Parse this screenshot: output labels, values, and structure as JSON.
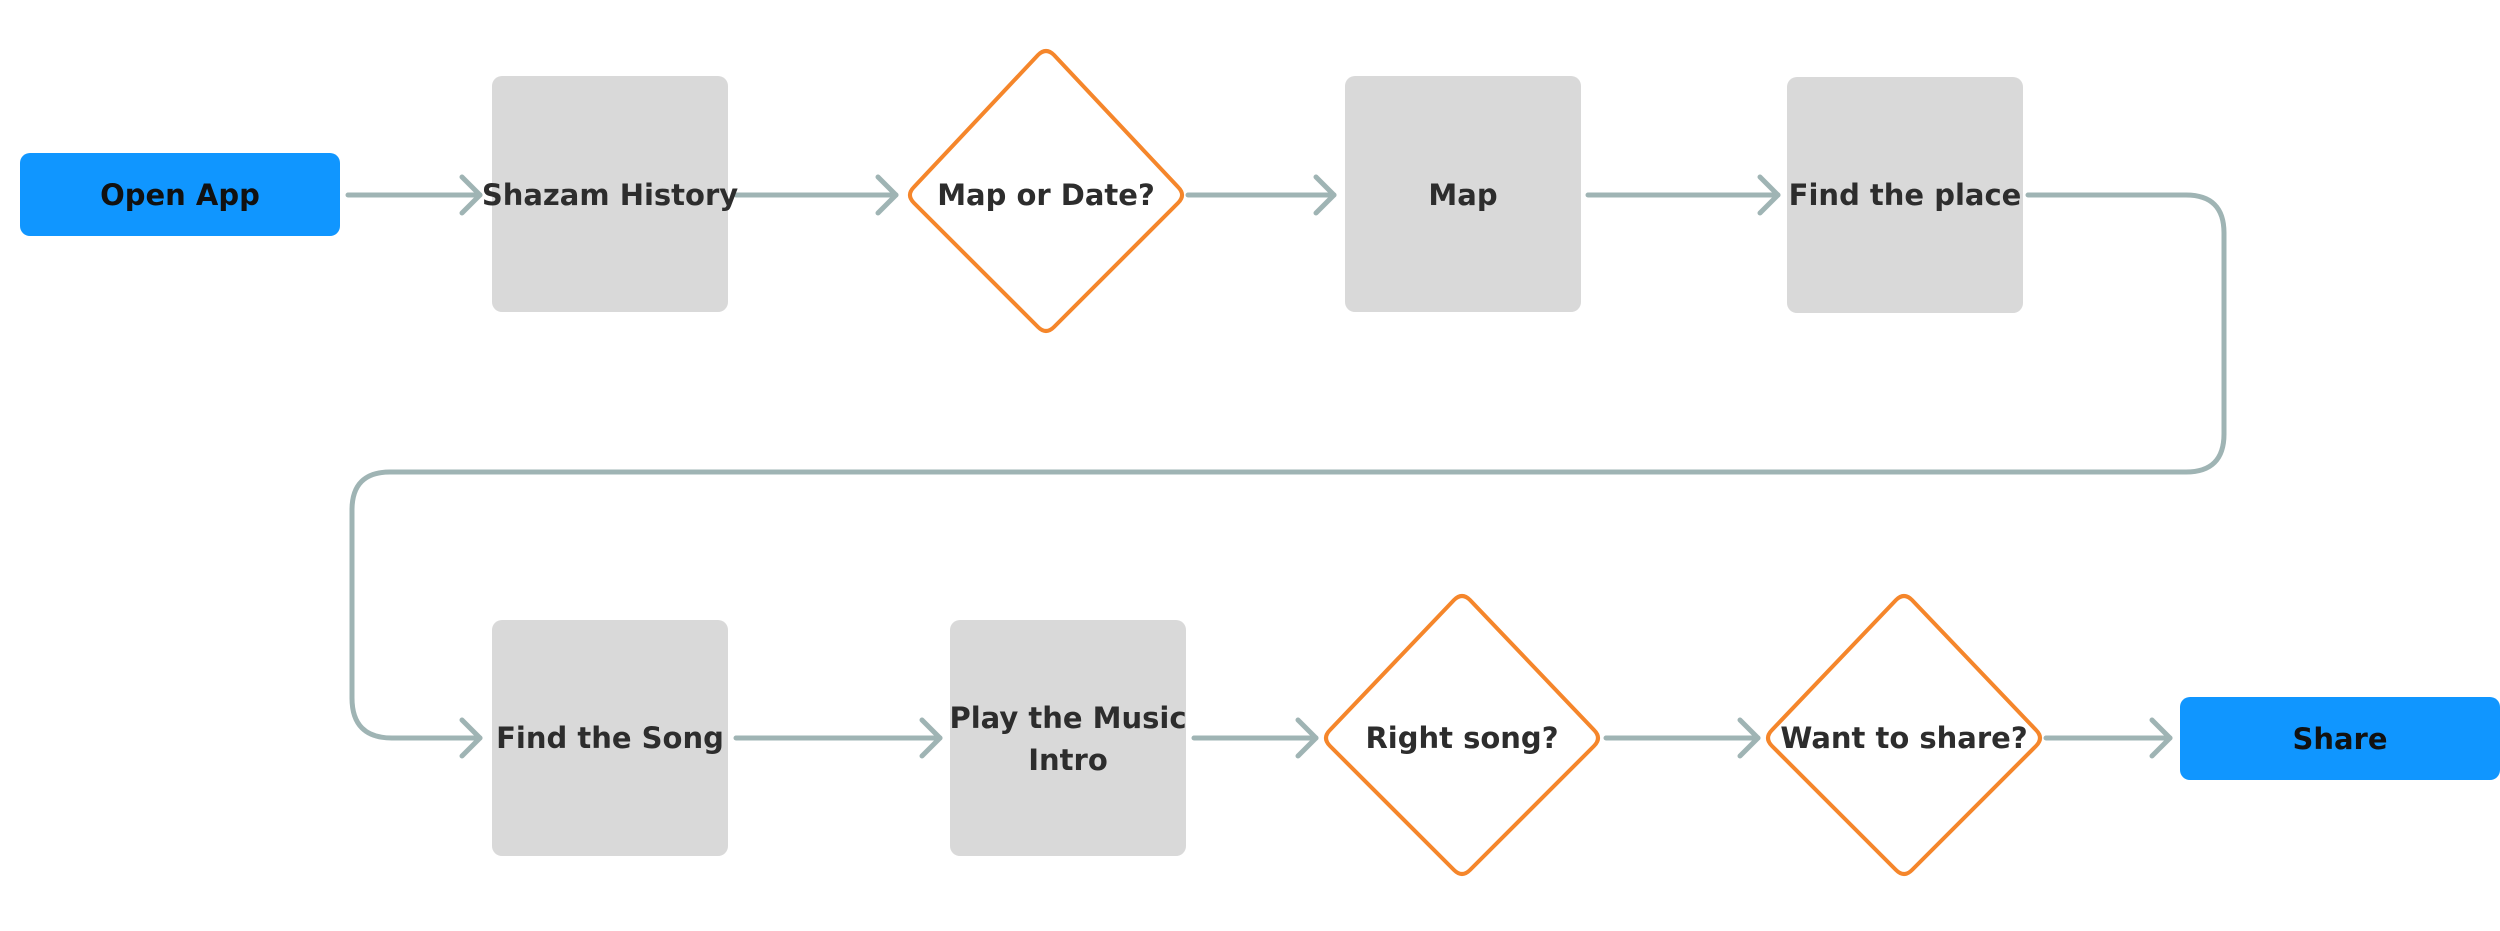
{
  "colors": {
    "terminal_fill": "#1096FF",
    "process_fill": "#D9D9D9",
    "decision_stroke": "#F5862B",
    "connector": "#9FB4B4",
    "text_dark": "#2D2D2D"
  },
  "nodes": {
    "open_app": {
      "label": "Open App",
      "shape": "terminal"
    },
    "shazam_history": {
      "label": "Shazam History",
      "shape": "process"
    },
    "map_or_date": {
      "label": "Map or Date?",
      "shape": "decision"
    },
    "map": {
      "label": "Map",
      "shape": "process"
    },
    "find_place": {
      "label": "Find the place",
      "shape": "process"
    },
    "find_song": {
      "label": "Find the Song",
      "shape": "process"
    },
    "play_music_intro": {
      "label_line1": "Play the Music",
      "label_line2": "Intro",
      "shape": "process"
    },
    "right_song": {
      "label": "Right song?",
      "shape": "decision"
    },
    "want_to_share": {
      "label": "Want to share?",
      "shape": "decision"
    },
    "share": {
      "label": "Share",
      "shape": "terminal"
    }
  },
  "edges": [
    {
      "from": "open_app",
      "to": "shazam_history"
    },
    {
      "from": "shazam_history",
      "to": "map_or_date"
    },
    {
      "from": "map_or_date",
      "to": "map"
    },
    {
      "from": "map",
      "to": "find_place"
    },
    {
      "from": "find_place",
      "to": "find_song"
    },
    {
      "from": "find_song",
      "to": "play_music_intro"
    },
    {
      "from": "play_music_intro",
      "to": "right_song"
    },
    {
      "from": "right_song",
      "to": "want_to_share"
    },
    {
      "from": "want_to_share",
      "to": "share"
    }
  ]
}
